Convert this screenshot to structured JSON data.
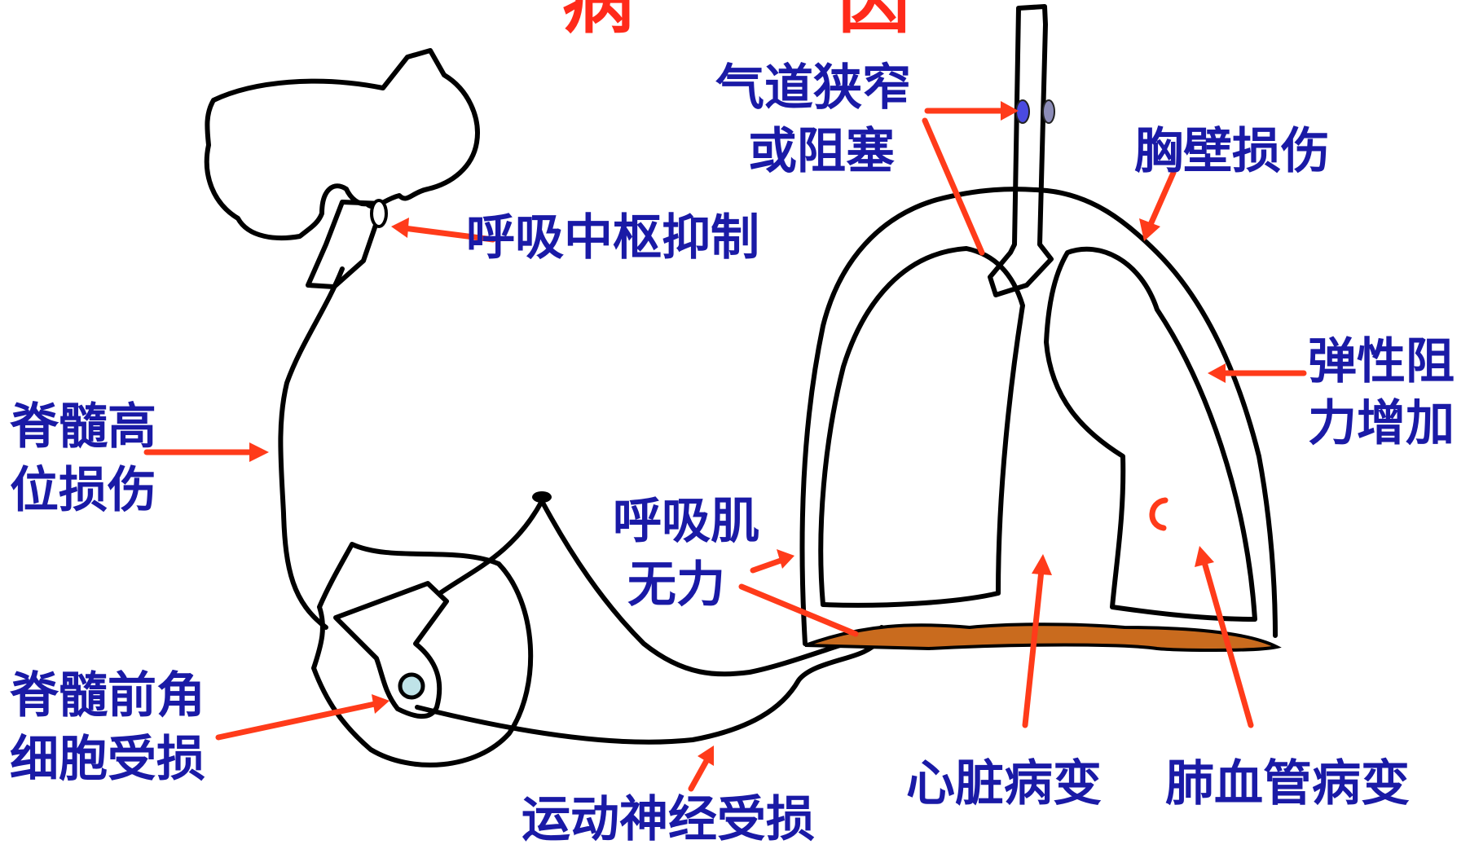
{
  "title": "病 因",
  "labels": {
    "airway": [
      "气道狭窄",
      "或阻塞"
    ],
    "chest_wall": "胸壁损伤",
    "center": "呼吸中枢抑制",
    "elastic": [
      "弹性阻",
      "力增加"
    ],
    "spinal_high": [
      "脊髓高",
      "位损伤"
    ],
    "muscle": [
      "呼吸肌",
      "无力"
    ],
    "anterior_horn": [
      "脊髓前角",
      "细胞受损"
    ],
    "motor_nerve": "运动神经受损",
    "heart": "心脏病变",
    "pulmonary_vessel": "肺血管病变"
  },
  "colors": {
    "label_text": "#1a1aa6",
    "arrow": "#ff3b1a",
    "brain_fill": "#fdf9c4",
    "lung_fill": "#009b96",
    "trachea_fill": "#bfe3e8",
    "diaphragm_fill": "#c96b1e",
    "spinal_gray_matter": "#c98a12",
    "title": "#ff2a1a"
  }
}
